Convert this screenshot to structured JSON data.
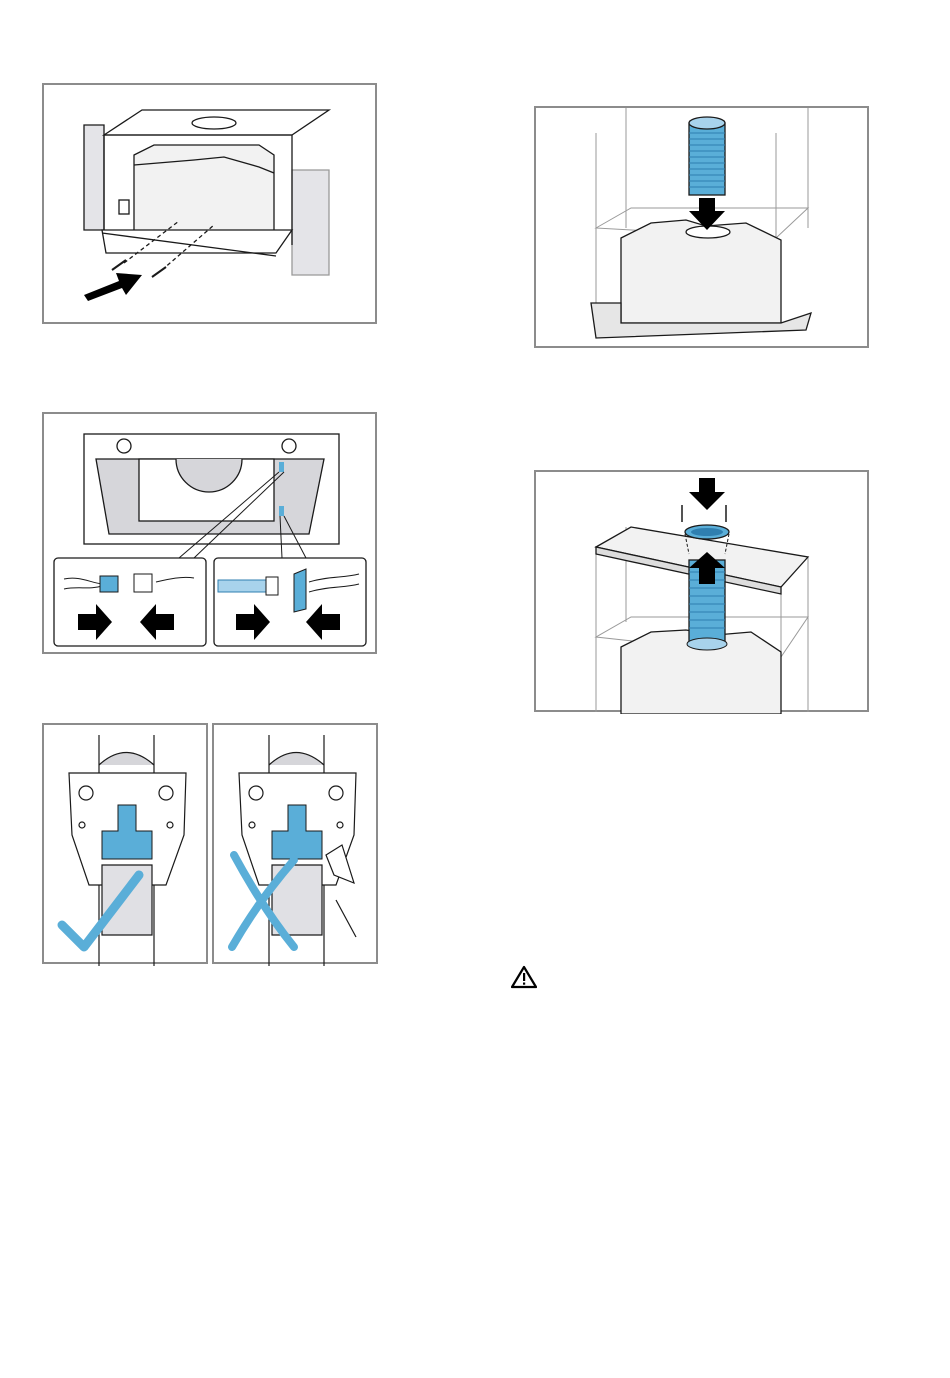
{
  "page": {
    "background": "#ffffff"
  },
  "colors": {
    "frame": "#8c8c8c",
    "accent_blue": "#5aaed8",
    "light_blue": "#a8d3ec",
    "line": "#1a1a1a",
    "gray_fill": "#d6d6da"
  },
  "figures": [
    {
      "id": "fig-insert-unit",
      "icon": "insert-unit-illustration"
    },
    {
      "id": "fig-connect-duct",
      "icon": "connect-duct-illustration"
    },
    {
      "id": "fig-connect-cables",
      "icon": "connect-cables-illustration"
    },
    {
      "id": "fig-duct-through-shelf",
      "icon": "duct-through-shelf-illustration"
    },
    {
      "id": "fig-clamp-correct",
      "icon": "clamp-correct-illustration",
      "status": "correct"
    },
    {
      "id": "fig-clamp-incorrect",
      "icon": "clamp-incorrect-illustration",
      "status": "incorrect"
    }
  ],
  "warning": {
    "icon": "warning-triangle-icon"
  }
}
